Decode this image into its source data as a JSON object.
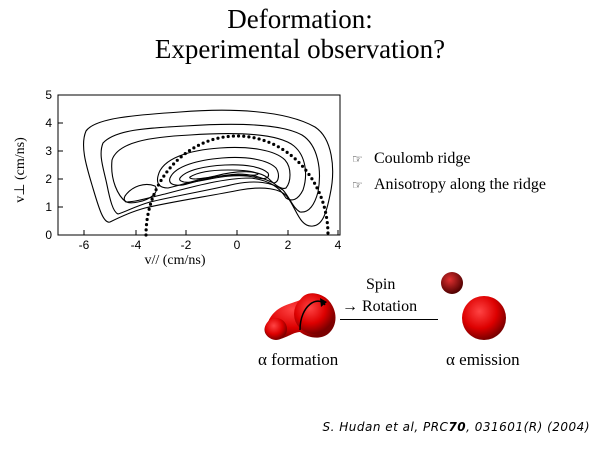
{
  "title": {
    "line1": "Deformation:",
    "line2": "Experimental observation?"
  },
  "chart_data": {
    "type": "contour",
    "xlabel": "v// (cm/ns)",
    "ylabel": "v⊥ (cm/ns)",
    "xlim": [
      -7,
      4
    ],
    "ylim": [
      0,
      5
    ],
    "x_ticks": [
      "-6",
      "-4",
      "-2",
      "0",
      "2",
      "4"
    ],
    "y_ticks": [
      "0",
      "1",
      "2",
      "3",
      "4",
      "5"
    ],
    "dotted_circle": {
      "center": [
        0,
        0
      ],
      "radius": 3.5
    }
  },
  "bullets": [
    {
      "icon": "pointing-hand-icon",
      "text": "Coulomb ridge"
    },
    {
      "icon": "pointing-hand-icon",
      "text": "Anisotropy along the ridge"
    }
  ],
  "diagram": {
    "spin_label": "Spin",
    "rotation_label": "→ Rotation",
    "formation_label": "α formation",
    "emission_label": "α emission",
    "color_nucleus": "#cc0000"
  },
  "citation": {
    "authors": "S. Hudan et al, PRC",
    "volume": "70",
    "rest": ", 031601(R) (2004)"
  }
}
